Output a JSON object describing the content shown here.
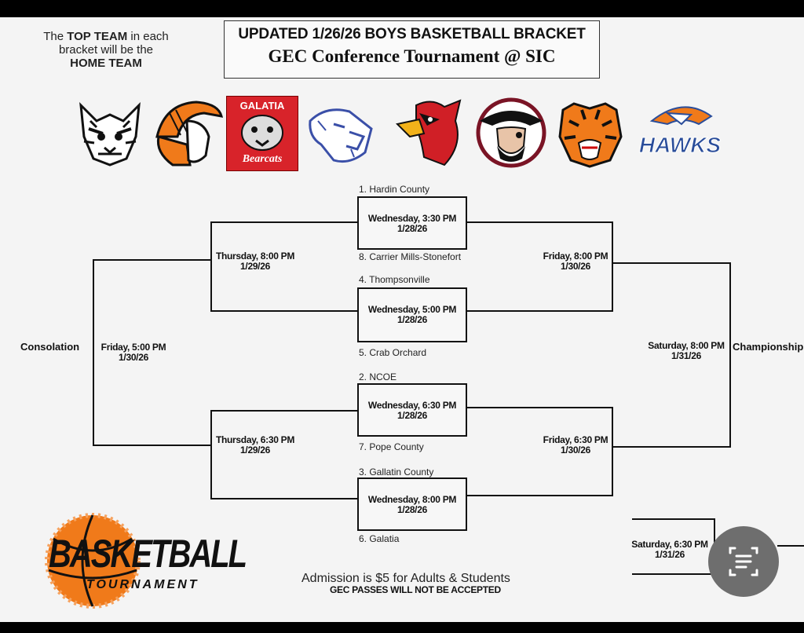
{
  "header": {
    "note_pre": "The",
    "note_b1": "TOP TEAM",
    "note_mid": "in each bracket will be the",
    "note_b2": "HOME TEAM",
    "title_line1": "UPDATED 1/26/26 BOYS BASKETBALL BRACKET",
    "title_line2": "GEC Conference Tournament @ SIC"
  },
  "logos": [
    "bobcat-logo",
    "spartan-logo",
    "galatia-bearcats-logo",
    "cougar-logo",
    "cardinal-logo",
    "pirate-logo",
    "tiger-logo",
    "hawks-logo"
  ],
  "galatia_logo": {
    "top": "GALATIA",
    "bottom": "Bearcats"
  },
  "hawks_logo": {
    "text": "HAWKS"
  },
  "teams": {
    "t1": "1. Hardin County",
    "t8": "8. Carrier Mills-Stonefort",
    "t4": "4. Thompsonville",
    "t5": "5. Crab Orchard",
    "t2": "2. NCOE",
    "t7": "7. Pope County",
    "t3": "3. Gallatin County",
    "t6": "6. Galatia"
  },
  "games": {
    "g1": {
      "day": "Wednesday, 3:30 PM",
      "date": "1/28/26"
    },
    "g2": {
      "day": "Wednesday, 5:00 PM",
      "date": "1/28/26"
    },
    "g3": {
      "day": "Wednesday, 6:30 PM",
      "date": "1/28/26"
    },
    "g4": {
      "day": "Wednesday, 8:00 PM",
      "date": "1/28/26"
    },
    "cons_semi1": {
      "day": "Thursday, 8:00 PM",
      "date": "1/29/26"
    },
    "cons_semi2": {
      "day": "Thursday, 6:30 PM",
      "date": "1/29/26"
    },
    "cons_final": {
      "day": "Friday, 5:00 PM",
      "date": "1/30/26"
    },
    "semi1": {
      "day": "Friday, 8:00 PM",
      "date": "1/30/26"
    },
    "semi2": {
      "day": "Friday, 6:30 PM",
      "date": "1/30/26"
    },
    "champ": {
      "day": "Saturday, 8:00 PM",
      "date": "1/31/26"
    },
    "third": {
      "day": "Saturday, 6:30 PM",
      "date": "1/31/26"
    }
  },
  "labels": {
    "consolation": "Consolation",
    "championship": "Championship"
  },
  "footer": {
    "admission": "Admission is $5 for Adults & Students",
    "passes": "GEC PASSES WILL NOT BE ACCEPTED",
    "logo_line1": "BASKETBALL",
    "logo_line2": "TOURNAMENT"
  },
  "colors": {
    "accent_orange": "#f07a1a",
    "galatia_red": "#d8232a",
    "hawks_blue": "#2a4d9a"
  }
}
